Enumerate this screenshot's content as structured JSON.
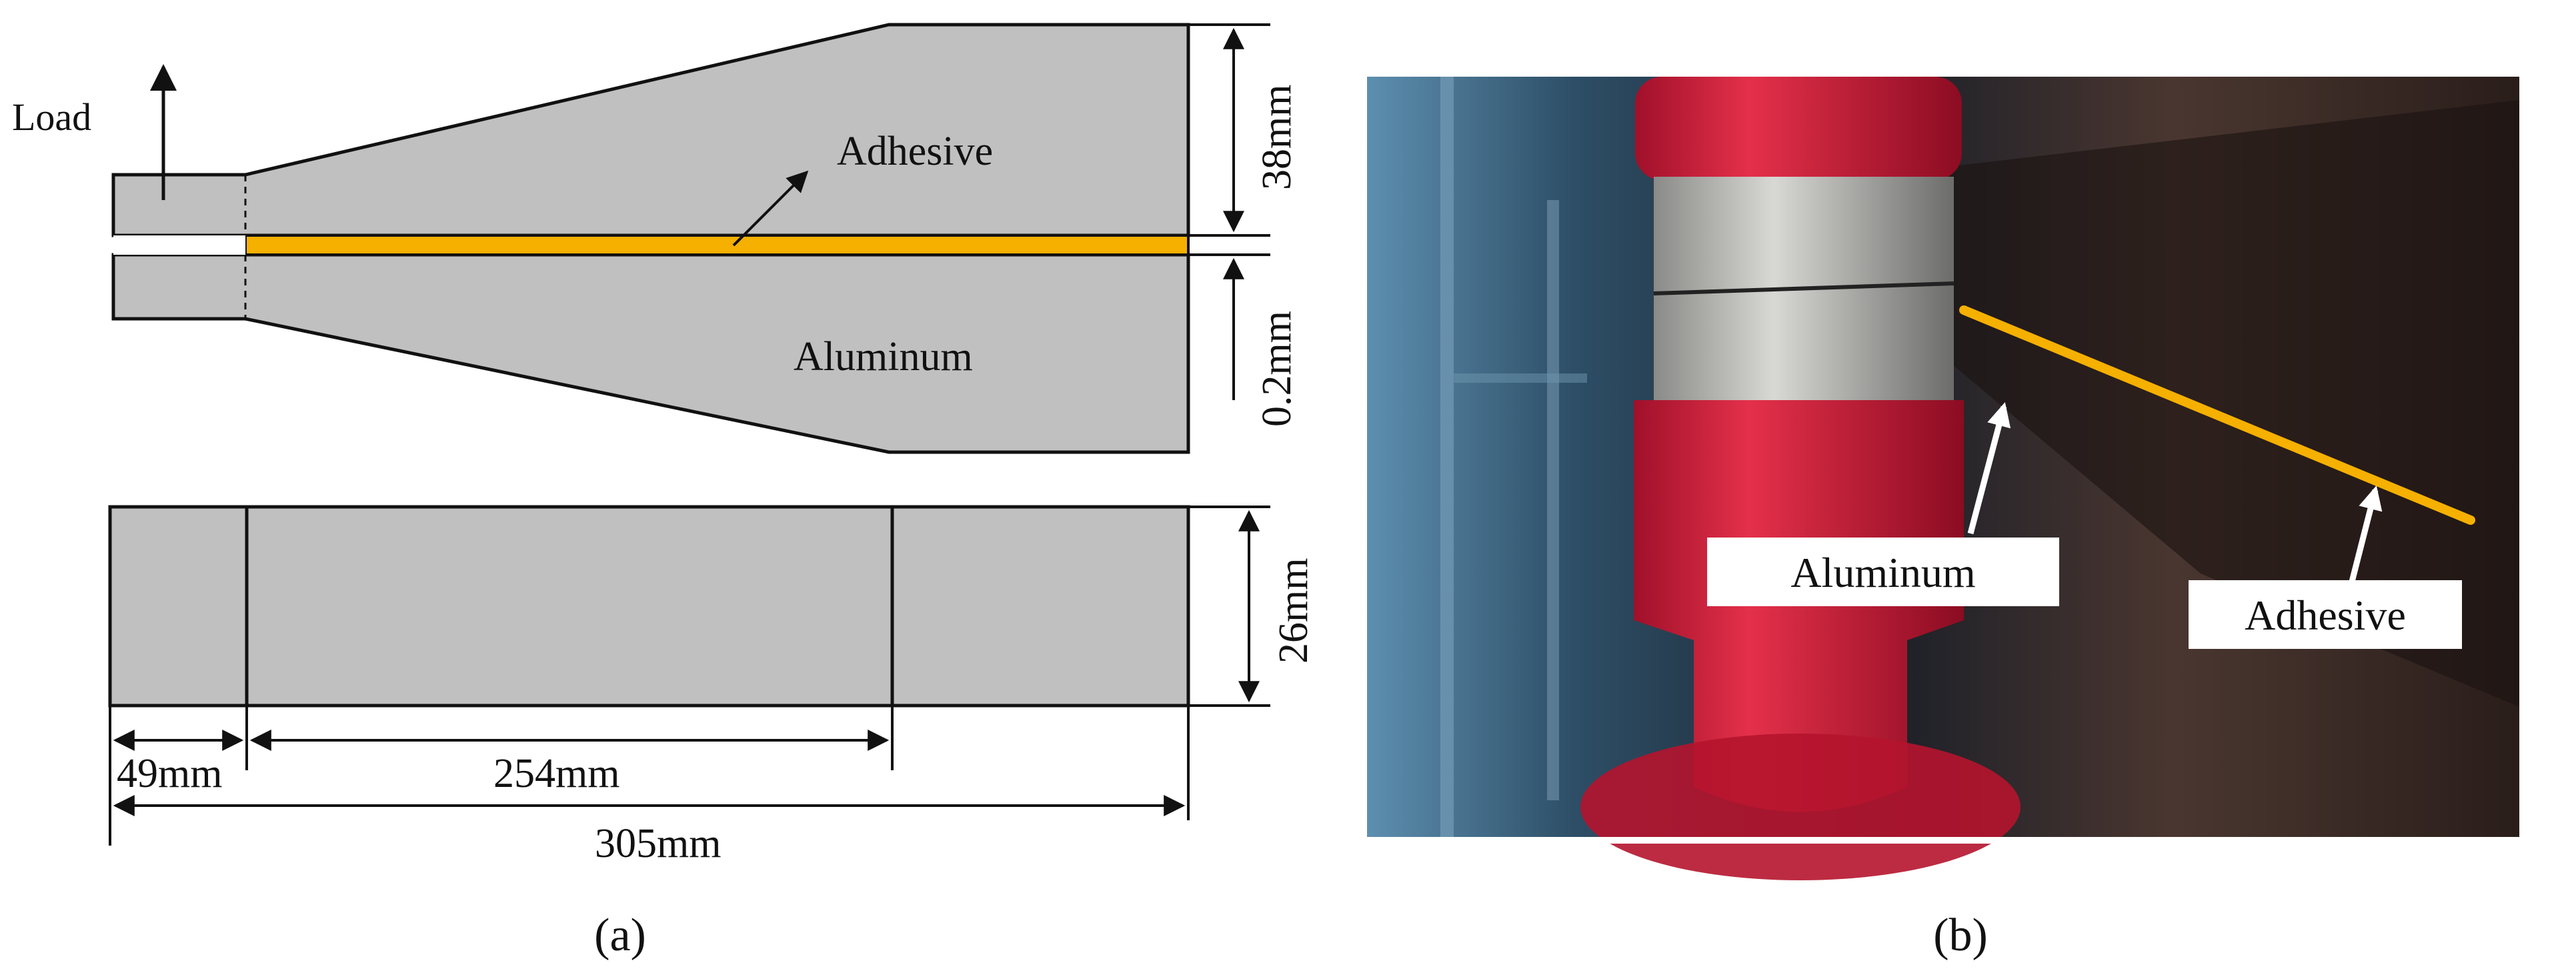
{
  "panel_a": {
    "caption": "(a)",
    "load_label": "Load",
    "adhesive_label": "Adhesive",
    "aluminum_label": "Aluminum",
    "dim_height": "38mm",
    "dim_bondline": "0.2mm",
    "dim_width": "26mm",
    "dim_grip": "49mm",
    "dim_taper": "254mm",
    "dim_total": "305mm"
  },
  "panel_b": {
    "caption": "(b)",
    "aluminum_label": "Aluminum",
    "adhesive_label": "Adhesive"
  },
  "colors": {
    "aluminum_fill": "#c0c0c0",
    "adhesive": "#f5b000",
    "clevis_red": "#d81e3a",
    "outline": "#111111"
  }
}
